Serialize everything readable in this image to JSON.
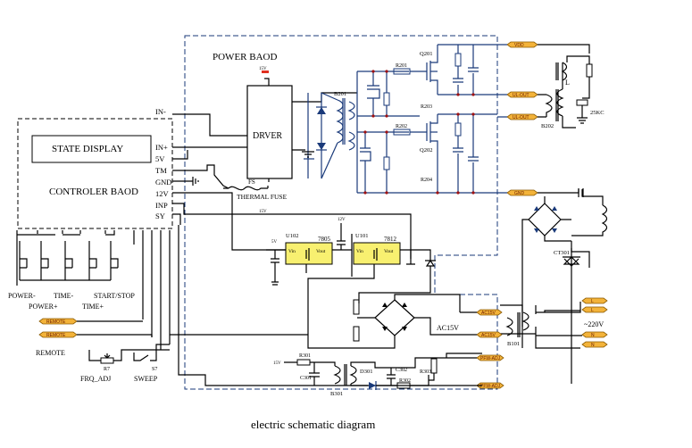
{
  "caption": "electric schematic diagram",
  "boards": {
    "power": "POWER BAOD",
    "controller": "CONTROLER BAOD",
    "state_display": "STATE DISPLAY",
    "driver": "DRVER"
  },
  "controller_pins": [
    "IN-",
    "IN+",
    "5V",
    "TM",
    "GND",
    "12V",
    "INP",
    "SY"
  ],
  "buttons": {
    "power_minus": "POWER-",
    "power_plus": "POWER+",
    "time_minus": "TIME-",
    "time_plus": "TIME+",
    "start_stop": "START/STOP"
  },
  "remote": "REMOTE",
  "remote_tags": [
    "REMOTE",
    "REMOTE"
  ],
  "frq_adj": "FRQ_ADJ",
  "r7": "R7",
  "s7": "S7",
  "sweep": "SWEEP",
  "thermal_fuse": "THERMAL FUSE",
  "fs": "FS",
  "regulators": {
    "u102": "U102",
    "u102_type": "7805",
    "u101": "U101",
    "u101_type": "7812",
    "vin": "Vin",
    "vout": "Vout",
    "v5": "5V",
    "v12": "12V",
    "v15": "15V"
  },
  "components": {
    "q201": "Q201",
    "q202": "Q202",
    "r201": "R201",
    "r202": "R202",
    "r203": "R203",
    "r204": "R204",
    "b201": "B201",
    "b202": "B202",
    "l": "L",
    "r25kc": "25KC",
    "ct301": "CT301",
    "b101": "B101",
    "ac15v": "AC15V",
    "b301": "B301",
    "d301": "D301",
    "r301": "R301",
    "r302": "R302",
    "r303": "R303",
    "c301": "C301",
    "c302": "C302",
    "v15_driver": "15V",
    "v15_b301": "15V"
  },
  "tags_right": [
    "VDD",
    "UL-OUT",
    "UL-OUT",
    "GND"
  ],
  "tags_mid": [
    "AC15V",
    "AC15V",
    "PFW-ADJ",
    "PFW-ADJ"
  ],
  "mains": {
    "label": "~220V",
    "pins": [
      "L",
      "L",
      "N",
      "N"
    ]
  }
}
